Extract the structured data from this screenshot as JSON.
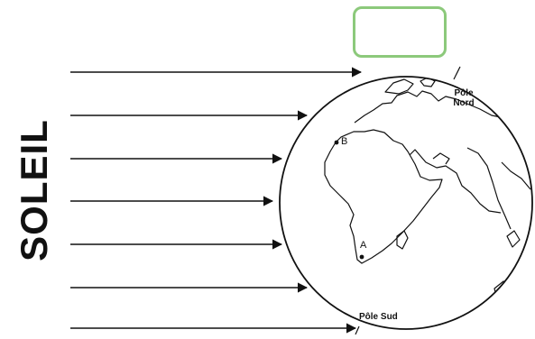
{
  "diagram": {
    "sun_label": "SOLEIL",
    "north_pole_line1": "Pôle",
    "north_pole_line2": "Nord",
    "south_pole_label": "Pôle Sud",
    "point_a": "A",
    "point_b": "B",
    "answer_box_text": "",
    "colors": {
      "answer_box_border": "#8cc97b",
      "ink": "#111111"
    }
  }
}
